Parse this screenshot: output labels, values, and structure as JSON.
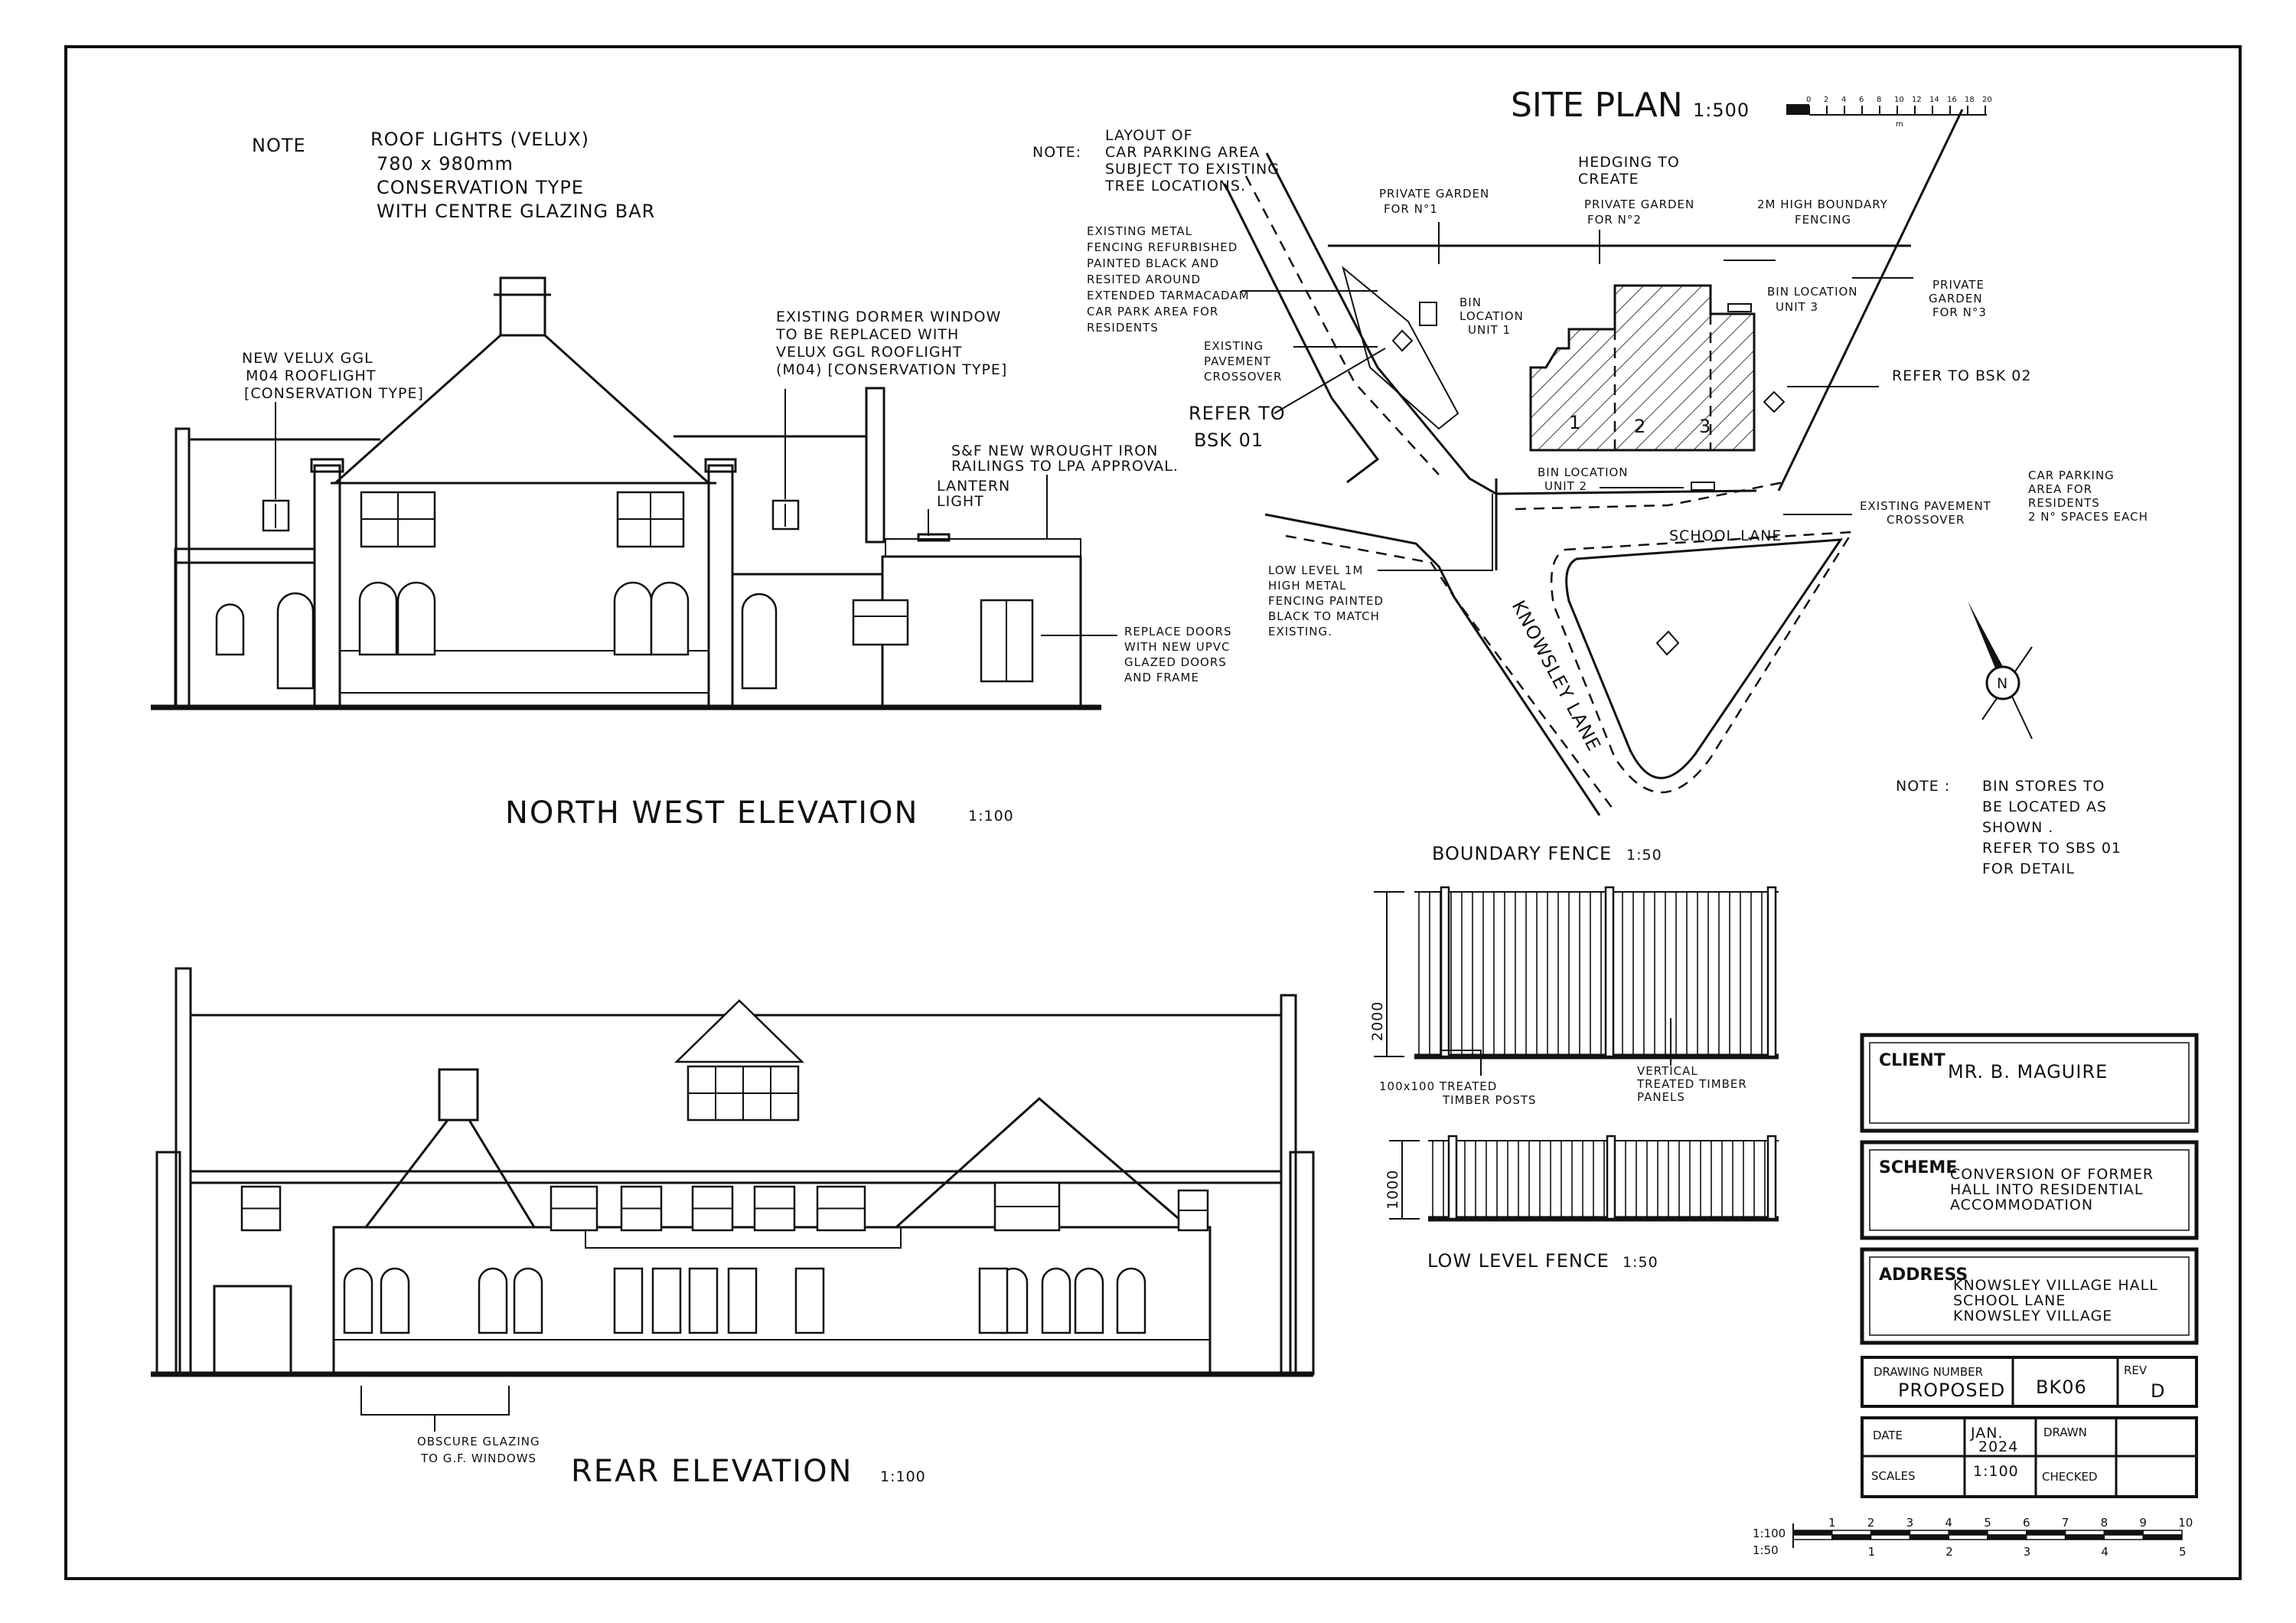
{
  "roof_light_note": {
    "label": "NOTE",
    "lines": [
      "ROOF LIGHTS (VELUX)",
      "780 x 980mm",
      "CONSERVATION TYPE",
      "WITH CENTRE GLAZING BAR"
    ]
  },
  "north_west_elevation": {
    "title": "NORTH WEST ELEVATION",
    "scale": "1:100",
    "new_velux_note": [
      "NEW VELUX GGL",
      "M04 ROOFLIGHT",
      "[CONSERVATION TYPE]"
    ],
    "dormer_note": [
      "EXISTING DORMER WINDOW",
      "TO BE REPLACED WITH",
      "VELUX GGL ROOFLIGHT",
      "(M04) [CONSERVATION TYPE]"
    ],
    "railings_note": [
      "S&F NEW WROUGHT IRON",
      "RAILINGS TO LPA APPROVAL."
    ],
    "lantern_note": [
      "LANTERN",
      "LIGHT"
    ],
    "doors_note": [
      "REPLACE DOORS",
      "WITH NEW UPVC",
      "GLAZED DOORS",
      "AND FRAME"
    ]
  },
  "rear_elevation": {
    "title": "REAR ELEVATION",
    "scale": "1:100",
    "glazing_note": [
      "OBSCURE GLAZING",
      "TO G.F. WINDOWS"
    ]
  },
  "site_plan": {
    "title": "SITE PLAN",
    "scale": "1:500",
    "scale_bar": {
      "ticks": [
        "0",
        "2",
        "4",
        "6",
        "8",
        "10",
        "12",
        "14",
        "16",
        "18",
        "20"
      ],
      "unit": "m"
    },
    "parking_note": {
      "label": "NOTE:",
      "lines": [
        "LAYOUT OF",
        "CAR PARKING AREA",
        "SUBJECT TO EXISTING",
        "TREE LOCATIONS."
      ]
    },
    "fencing_note": [
      "EXISTING METAL",
      "FENCING REFURBISHED",
      "PAINTED BLACK AND",
      "RESITED AROUND",
      "EXTENDED TARMACADAM",
      "CAR PARK AREA FOR",
      "RESIDENTS"
    ],
    "crossover_note_1": [
      "EXISTING",
      "PAVEMENT",
      "CROSSOVER"
    ],
    "refer_bsk01": [
      "REFER TO",
      "BSK 01"
    ],
    "garden_1": [
      "PRIVATE GARDEN",
      "FOR N°1"
    ],
    "hedging": [
      "HEDGING TO",
      "CREATE"
    ],
    "garden_2": [
      "PRIVATE GARDEN",
      "FOR N°2"
    ],
    "boundary_fencing": [
      "2M HIGH BOUNDARY",
      "FENCING"
    ],
    "bin_unit_1": [
      "BIN",
      "LOCATION",
      "UNIT 1"
    ],
    "bin_unit_3": [
      "BIN LOCATION",
      "UNIT 3"
    ],
    "garden_3": [
      "PRIVATE",
      "GARDEN",
      "FOR N°3"
    ],
    "refer_bsk02": "REFER TO BSK 02",
    "bin_unit_2": [
      "BIN LOCATION",
      "UNIT 2"
    ],
    "crossover_note_2": [
      "EXISTING PAVEMENT",
      "CROSSOVER"
    ],
    "car_parking": [
      "CAR PARKING",
      "AREA FOR",
      "RESIDENTS",
      "2 N° SPACES EACH"
    ],
    "school_lane": "SCHOOL LANE",
    "knowsley_lane": "KNOWSLEY LANE",
    "low_fence_note": [
      "LOW LEVEL 1M",
      "HIGH METAL",
      "FENCING PAINTED",
      "BLACK TO MATCH",
      "EXISTING."
    ],
    "unit_numbers": [
      "1",
      "2",
      "3"
    ],
    "north_label": "N",
    "bin_note": {
      "label": "NOTE :",
      "lines": [
        "BIN STORES TO",
        "BE LOCATED AS",
        "SHOWN .",
        "REFER TO SBS 01",
        "FOR DETAIL"
      ]
    }
  },
  "boundary_fence": {
    "title": "BOUNDARY FENCE",
    "scale": "1:50",
    "height": "2000",
    "posts_note": [
      "100x100 TREATED",
      "TIMBER POSTS"
    ],
    "panels_note": [
      "VERTICAL",
      "TREATED TIMBER",
      "PANELS"
    ]
  },
  "low_level_fence": {
    "title": "LOW LEVEL FENCE",
    "scale": "1:50",
    "height": "1000"
  },
  "title_block": {
    "client_label": "CLIENT",
    "client": "MR. B. MAGUIRE",
    "scheme_label": "SCHEME",
    "scheme": [
      "CONVERSION OF FORMER",
      "HALL INTO RESIDENTIAL",
      "ACCOMMODATION"
    ],
    "address_label": "ADDRESS",
    "address": [
      "KNOWSLEY VILLAGE HALL",
      "SCHOOL LANE",
      "KNOWSLEY VILLAGE"
    ],
    "drawing_number_label": "DRAWING NUMBER",
    "drawing_status": "PROPOSED",
    "drawing_number": "BK06",
    "rev_label": "REV",
    "rev": "D",
    "date_label": "DATE",
    "date": [
      "JAN.",
      "2024"
    ],
    "drawn_label": "DRAWN",
    "scales_label": "SCALES",
    "scales": "1:100",
    "checked_label": "CHECKED"
  },
  "scale_bar": {
    "scale_top": "1:100",
    "scale_bottom": "1:50",
    "ticks_top": [
      "1",
      "2",
      "3",
      "4",
      "5",
      "6",
      "7",
      "8",
      "9",
      "10"
    ],
    "ticks_bottom": [
      "1",
      "2",
      "3",
      "4",
      "5"
    ]
  }
}
